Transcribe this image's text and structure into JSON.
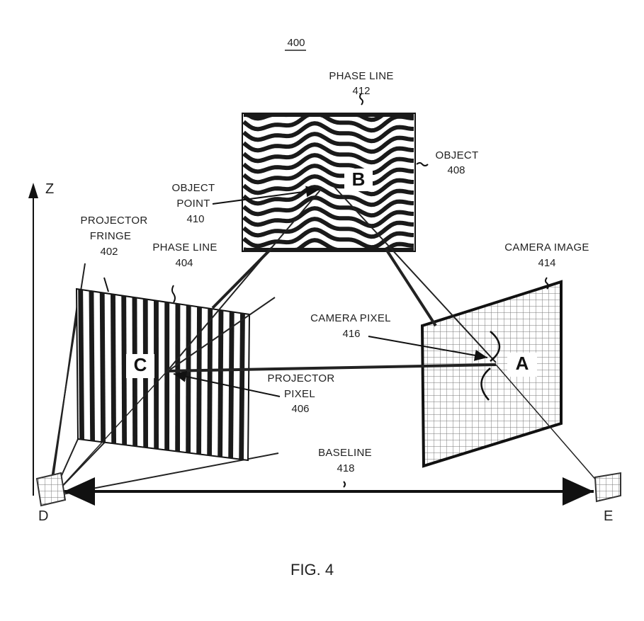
{
  "figure_number": "400",
  "caption": "FIG. 4",
  "labels": {
    "phase_line_412": {
      "text": "PHASE LINE",
      "ref": "412"
    },
    "object_408": {
      "text": "OBJECT",
      "ref": "408"
    },
    "object_point_410": {
      "line1": "OBJECT",
      "line2": "POINT",
      "ref": "410"
    },
    "projector_fringe_402": {
      "line1": "PROJECTOR",
      "line2": "FRINGE",
      "ref": "402"
    },
    "phase_line_404": {
      "text": "PHASE LINE",
      "ref": "404"
    },
    "camera_image_414": {
      "text": "CAMERA IMAGE",
      "ref": "414"
    },
    "camera_pixel_416": {
      "text": "CAMERA PIXEL",
      "ref": "416"
    },
    "projector_pixel_406": {
      "line1": "PROJECTOR",
      "line2": "PIXEL",
      "ref": "406"
    },
    "baseline_418": {
      "text": "BASELINE",
      "ref": "418"
    }
  },
  "points": {
    "a": "A",
    "b": "B",
    "c": "C",
    "d": "D",
    "e": "E"
  },
  "axis": {
    "z": "Z"
  },
  "colors": {
    "ink": "#111111",
    "grid": "#777777",
    "fill": "#ffffff"
  }
}
